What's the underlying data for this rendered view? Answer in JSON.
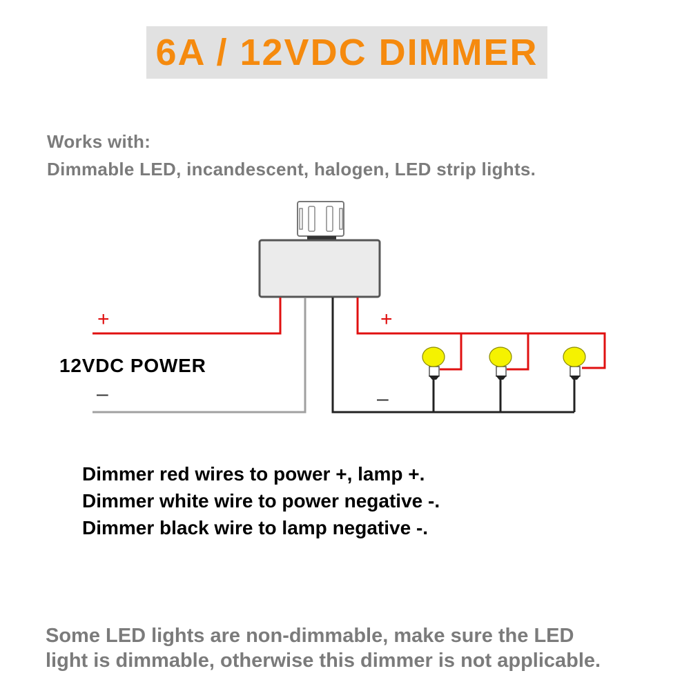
{
  "title": "6A / 12VDC DIMMER",
  "colors": {
    "title_text": "#f58a0e",
    "title_bg": "#e1e1e1",
    "red_wire": "#e01010",
    "white_wire": "#a0a0a0",
    "black_wire": "#111111",
    "lamp_bulb": "#f5f200",
    "gray_text": "#7b7b7b"
  },
  "works_with": {
    "heading": "Works with:",
    "items": "Dimmable LED, incandescent, halogen, LED strip lights."
  },
  "diagram": {
    "power_label": "12VDC POWER",
    "power_plus": "+",
    "power_minus": "–",
    "lamp_plus": "+",
    "lamp_minus": "–",
    "lamp_count": 3,
    "components": [
      "dimmer-knob",
      "dimmer-body",
      "lamp",
      "lamp",
      "lamp"
    ]
  },
  "instructions": [
    "Dimmer red wires to power +, lamp +.",
    "Dimmer white wire to power negative -.",
    "Dimmer black wire to lamp negative -."
  ],
  "note": [
    "Some LED lights are non-dimmable, make sure the LED",
    "light is dimmable, otherwise this dimmer is not applicable."
  ]
}
